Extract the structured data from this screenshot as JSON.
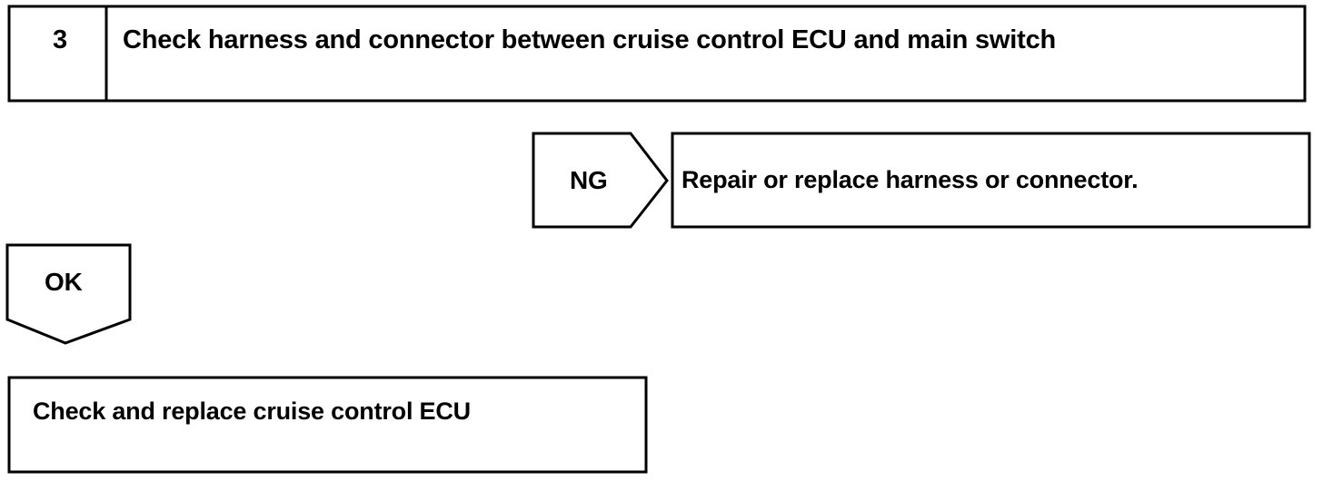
{
  "step": {
    "number": "3",
    "title": "Check harness and connector between cruise control ECU and main switch"
  },
  "ng_branch": {
    "label": "NG",
    "action": "Repair or replace harness or connector."
  },
  "ok_branch": {
    "label": "OK"
  },
  "final_step": {
    "action": "Check and replace cruise control ECU"
  },
  "colors": {
    "stroke": "#000000",
    "background": "#ffffff"
  }
}
